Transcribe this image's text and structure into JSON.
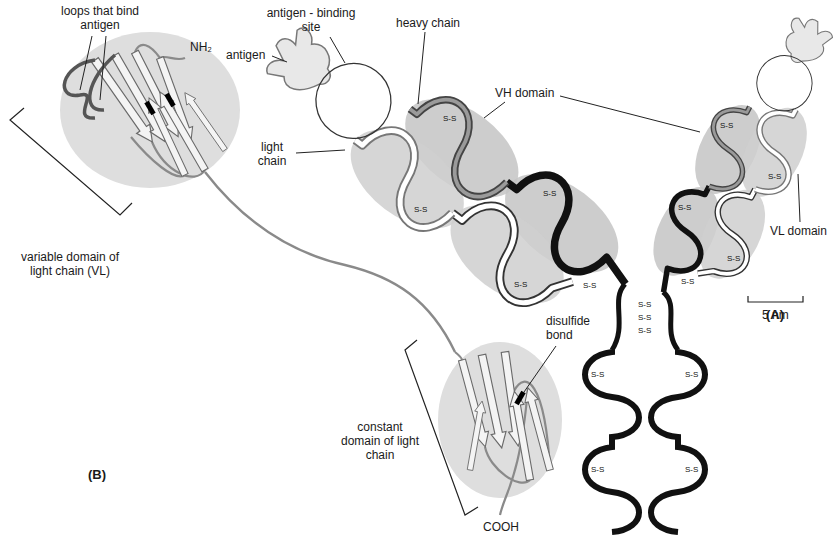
{
  "diagram": {
    "labels": [
      "loops that bind antigen",
      "NH₂",
      "variable domain of light chain (VL)",
      "constant domain of light chain",
      "disulfide bond",
      "COOH",
      "(B)",
      "antigen - binding site",
      "antigen",
      "heavy chain",
      "light chain",
      "VH domain",
      "VL domain",
      "5 nm",
      "(A)",
      "S-S",
      "S-S",
      "S-S",
      "S-S",
      "S-S",
      "S-S",
      "S-S",
      "S-S",
      "S-S",
      "S-S",
      "S-S",
      "S-S",
      "S-S",
      "S-S",
      "S-S",
      "S-S",
      "S-S"
    ]
  }
}
